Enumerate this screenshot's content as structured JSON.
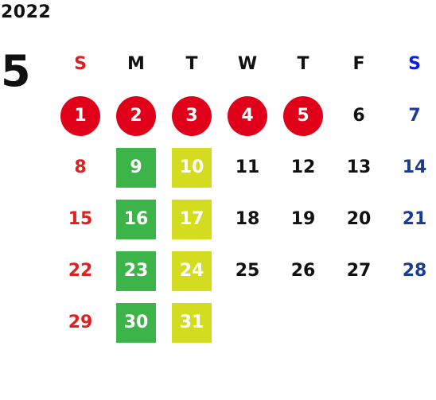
{
  "year": "2022",
  "month": "5",
  "colors": {
    "sunday": "#e02020",
    "saturday_header": "#0a1ee0",
    "saturday": "#1a3d8f",
    "holiday_circle": "#e0001a",
    "highlight_green": "#3cb44a",
    "highlight_lime": "#d4dc20"
  },
  "weekdays": [
    "S",
    "M",
    "T",
    "W",
    "T",
    "F",
    "S"
  ],
  "days": [
    {
      "label": "1",
      "style": "holiday"
    },
    {
      "label": "2",
      "style": "holiday"
    },
    {
      "label": "3",
      "style": "holiday"
    },
    {
      "label": "4",
      "style": "holiday"
    },
    {
      "label": "5",
      "style": "holiday"
    },
    {
      "label": "6",
      "style": ""
    },
    {
      "label": "7",
      "style": ""
    },
    {
      "label": "8",
      "style": ""
    },
    {
      "label": "9",
      "style": "green"
    },
    {
      "label": "10",
      "style": "lime"
    },
    {
      "label": "11",
      "style": ""
    },
    {
      "label": "12",
      "style": ""
    },
    {
      "label": "13",
      "style": ""
    },
    {
      "label": "14",
      "style": ""
    },
    {
      "label": "15",
      "style": ""
    },
    {
      "label": "16",
      "style": "green"
    },
    {
      "label": "17",
      "style": "lime"
    },
    {
      "label": "18",
      "style": ""
    },
    {
      "label": "19",
      "style": ""
    },
    {
      "label": "20",
      "style": ""
    },
    {
      "label": "21",
      "style": ""
    },
    {
      "label": "22",
      "style": ""
    },
    {
      "label": "23",
      "style": "green"
    },
    {
      "label": "24",
      "style": "lime"
    },
    {
      "label": "25",
      "style": ""
    },
    {
      "label": "26",
      "style": ""
    },
    {
      "label": "27",
      "style": ""
    },
    {
      "label": "28",
      "style": ""
    },
    {
      "label": "29",
      "style": ""
    },
    {
      "label": "30",
      "style": "green"
    },
    {
      "label": "31",
      "style": "lime"
    }
  ]
}
